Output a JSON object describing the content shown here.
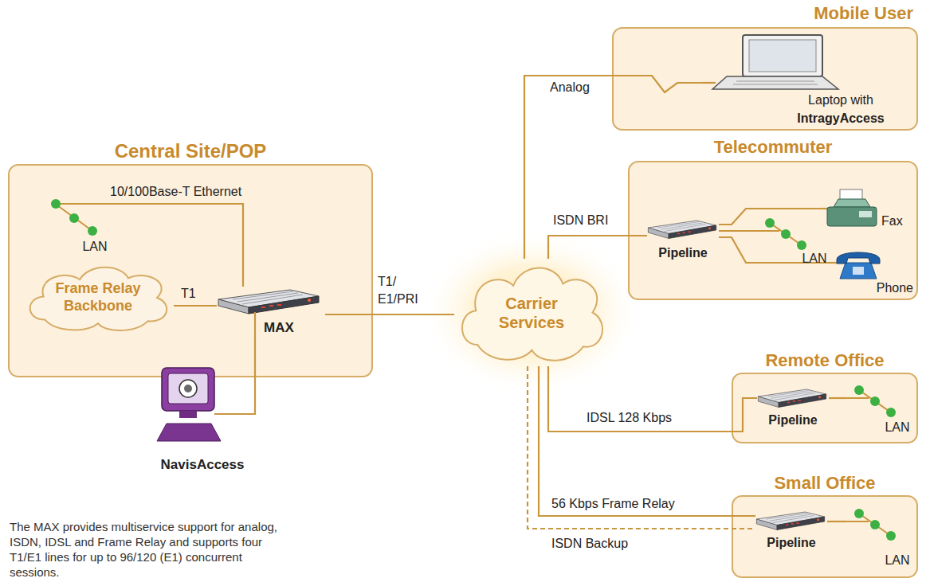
{
  "diagram": {
    "caption": "The MAX provides multiservice support for analog, ISDN, IDSL and Frame Relay and supports four T1/E1 lines for up to 96/120 (E1) concurrent sessions.",
    "nodes": [
      {
        "text": [
          "Central Site/POP"
        ]
      },
      {
        "text": [
          "Frame Relay Backbone"
        ],
        "in": 0
      },
      {
        "text": [
          "MAX"
        ],
        "in": 0
      },
      {
        "text": [
          "LAN"
        ],
        "in": 0
      },
      {
        "text": [
          "NavisAccess"
        ]
      },
      {
        "text": [
          "Carrier Services"
        ]
      },
      {
        "text": [
          "Mobile User"
        ]
      },
      {
        "text": [
          "Laptop with",
          "IntragyAccess"
        ],
        "in": 6
      },
      {
        "text": [
          "Telecommuter"
        ]
      },
      {
        "text": [
          "Pipeline"
        ],
        "in": 8
      },
      {
        "text": [
          "Fax"
        ],
        "in": 8
      },
      {
        "text": [
          "LAN"
        ],
        "in": 8
      },
      {
        "text": [
          "Phone"
        ],
        "in": 8
      },
      {
        "text": [
          "Remote Office"
        ]
      },
      {
        "text": [
          "Pipeline"
        ],
        "in": 13
      },
      {
        "text": [
          "LAN"
        ],
        "in": 13
      },
      {
        "text": [
          "Small Office"
        ]
      },
      {
        "text": [
          "Pipeline"
        ],
        "in": 16
      },
      {
        "text": [
          "LAN"
        ],
        "in": 16
      }
    ],
    "edges": [
      {
        "from": 3,
        "to": 2,
        "arrow": "none",
        "label": "10/100Base-T Ethernet"
      },
      {
        "from": 1,
        "to": 2,
        "arrow": "none",
        "label": "T1"
      },
      {
        "from": 2,
        "to": 4,
        "arrow": "none"
      },
      {
        "from": 2,
        "to": 5,
        "arrow": "none",
        "label": "T1/ E1/PRI"
      },
      {
        "from": 5,
        "to": 7,
        "arrow": "none",
        "label": "Analog"
      },
      {
        "from": 5,
        "to": 9,
        "arrow": "none",
        "label": "ISDN BRI"
      },
      {
        "from": 9,
        "to": 10,
        "arrow": "none"
      },
      {
        "from": 9,
        "to": 11,
        "arrow": "none"
      },
      {
        "from": 9,
        "to": 12,
        "arrow": "none"
      },
      {
        "from": 5,
        "to": 14,
        "arrow": "none",
        "label": "IDSL 128 Kbps"
      },
      {
        "from": 14,
        "to": 15,
        "arrow": "none"
      },
      {
        "from": 5,
        "to": 17,
        "arrow": "none",
        "label": "56 Kbps Frame Relay"
      },
      {
        "from": 5,
        "to": 17,
        "arrow": "none",
        "label": "ISDN Backup"
      },
      {
        "from": 17,
        "to": 18,
        "arrow": "none"
      }
    ]
  }
}
